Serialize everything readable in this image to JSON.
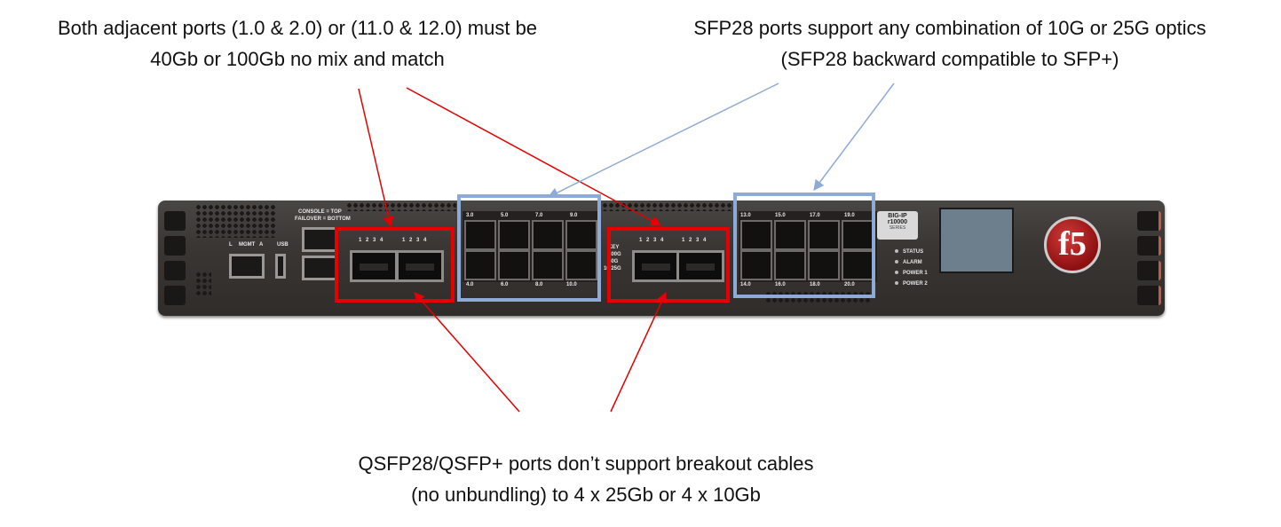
{
  "notes": {
    "top_left": [
      "Both adjacent ports (1.0 & 2.0) or (11.0 & 12.0) must be",
      "40Gb or 100Gb no mix and match"
    ],
    "top_right": [
      "SFP28 ports support any combination of 10G  or 25G optics",
      "(SFP28 backward compatible to SFP+)"
    ],
    "bottom": [
      "QSFP28/QSFP+ ports don’t support breakout cables",
      "(no unbundling) to 4 x 25Gb or 4 x 10Gb"
    ]
  },
  "device": {
    "console_label": "CONSOLE = TOP",
    "failover_label": "FAILOVER = BOTTOM",
    "mgmt_label": "MGMT",
    "mgmt_l": "L",
    "mgmt_a": "A",
    "usb_label": "USB",
    "qsfp_lane_labels": [
      "1",
      "2",
      "3",
      "4"
    ],
    "sfp_group1_top": [
      "3.0",
      "5.0",
      "7.0",
      "9.0"
    ],
    "sfp_group1_bottom": [
      "4.0",
      "6.0",
      "8.0",
      "10.0"
    ],
    "sfp_group2_top": [
      "13.0",
      "15.0",
      "17.0",
      "19.0"
    ],
    "sfp_group2_bottom": [
      "14.0",
      "16.0",
      "18.0",
      "20.0"
    ],
    "key_label": "KEY",
    "key_values": [
      "100G",
      "40G",
      "10/25G"
    ],
    "model_lines": [
      "BIG-IP",
      "r10000",
      "SERIES"
    ],
    "status_leds": [
      "STATUS",
      "ALARM",
      "POWER 1",
      "POWER 2"
    ],
    "logo_text": "f5"
  },
  "colors": {
    "red": "#e60000",
    "blue": "#8eaad6"
  }
}
